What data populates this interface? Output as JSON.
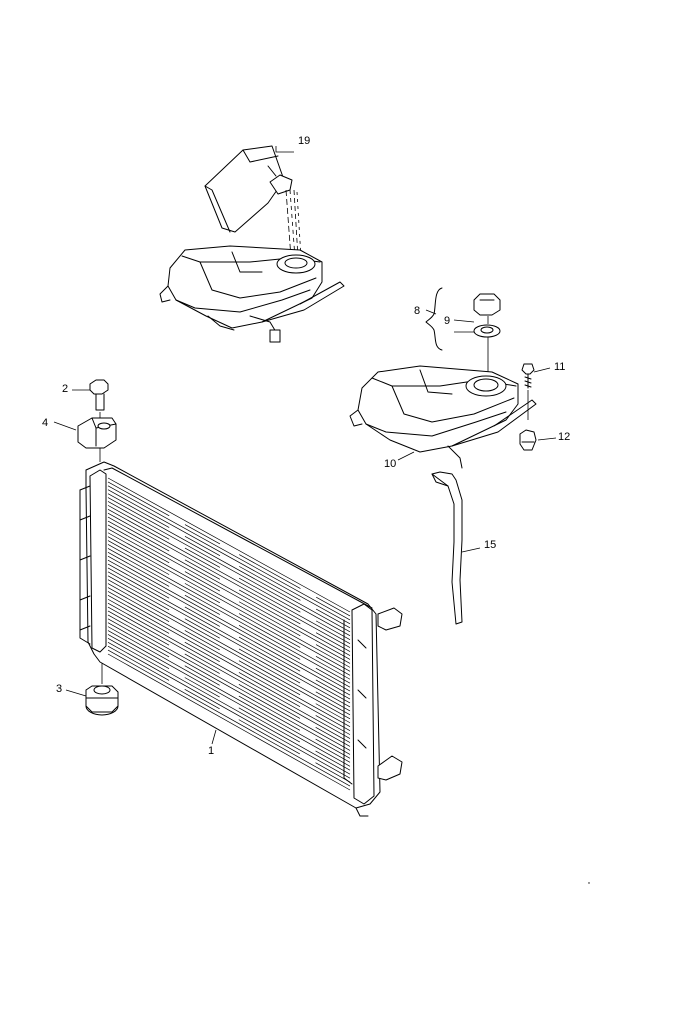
{
  "callouts": {
    "c1": "1",
    "c2": "2",
    "c3": "3",
    "c4": "4",
    "c8": "8",
    "c9": "9",
    "c10": "10",
    "c11": "11",
    "c12": "12",
    "c15": "15",
    "c19": "19"
  }
}
